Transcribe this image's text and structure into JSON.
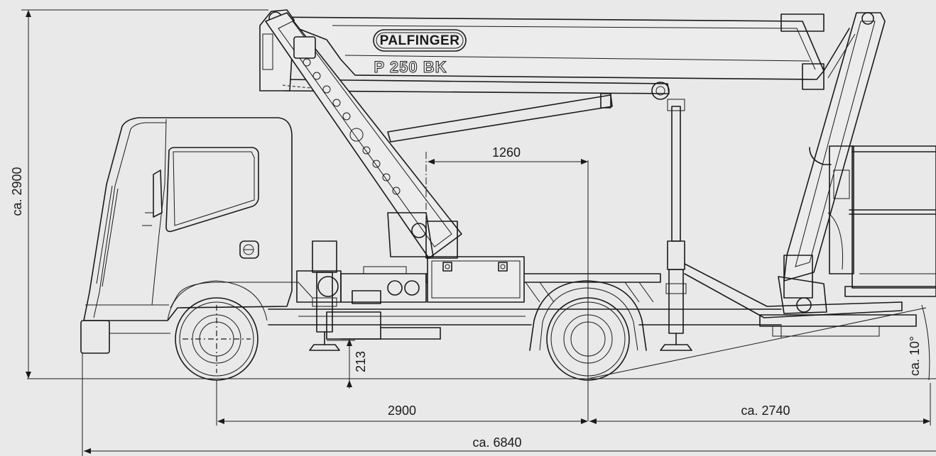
{
  "branding": {
    "brand": "PALFINGER",
    "model": "P 250 BK"
  },
  "dimensions": {
    "total_height": "ca. 2900",
    "outrigger_spacing": "1260",
    "ground_clearance": "213",
    "wheelbase": "2900",
    "rear_overhang": "ca. 2740",
    "total_length": "ca. 6840",
    "departure_angle": "ca. 10°"
  }
}
